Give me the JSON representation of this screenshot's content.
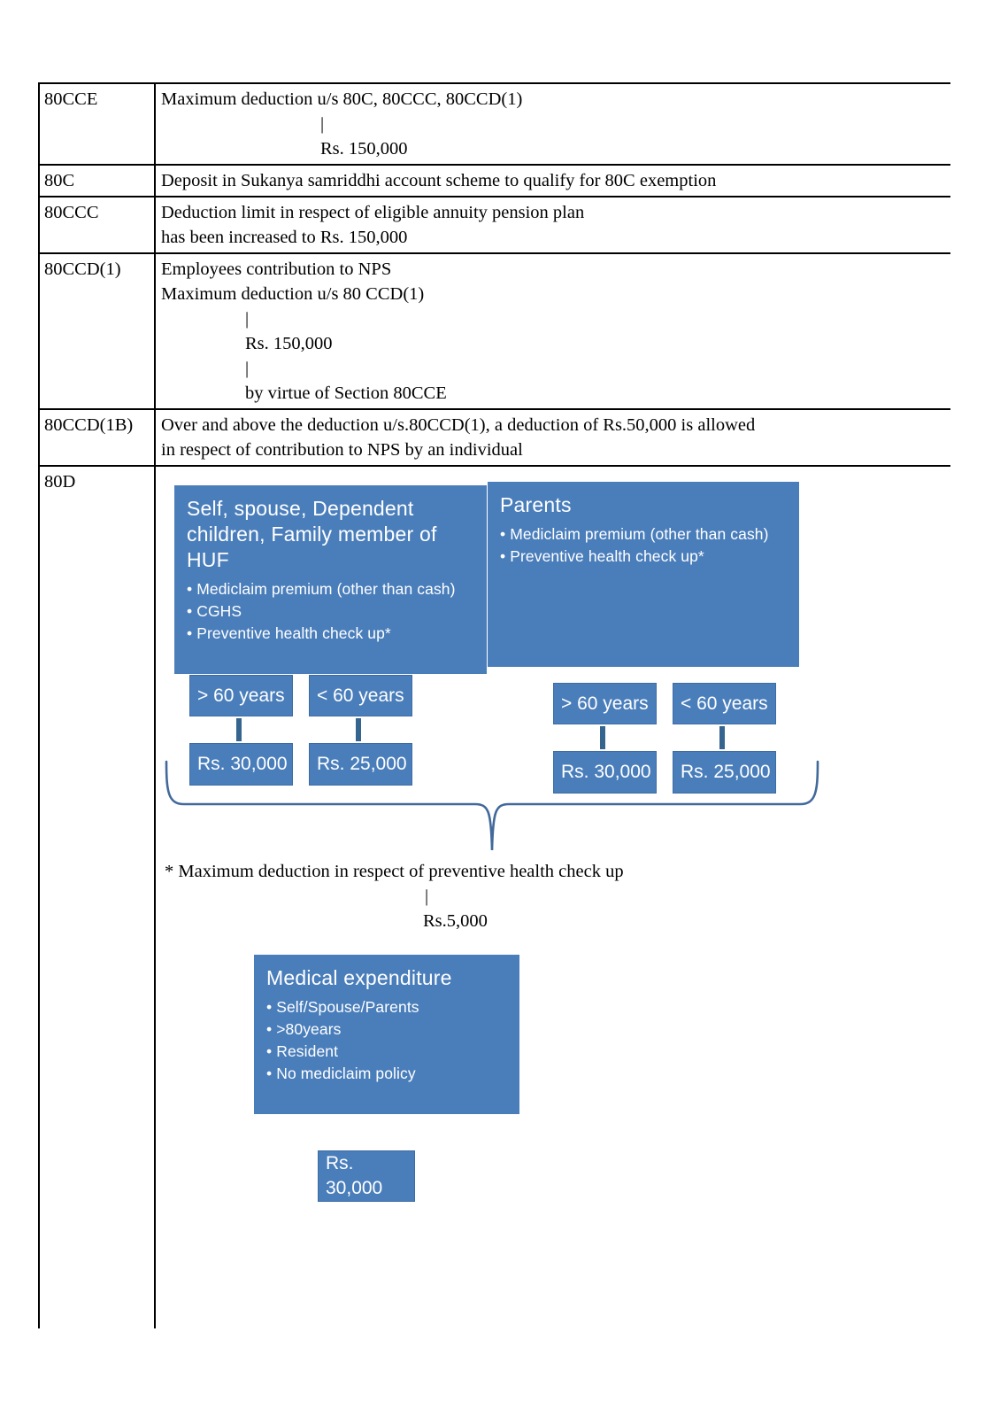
{
  "document": {
    "type": "tax-deduction-reference-table",
    "columns": [
      "Section",
      "Description"
    ]
  },
  "colors": {
    "box_blue": "#4a7ebb",
    "connector_blue": "#35648f",
    "brace_blue": "#41699b",
    "table_border": "#000000",
    "text": "#000000",
    "box_text": "#ffffff"
  },
  "rows": [
    {
      "code": "80CCE",
      "lines": [
        "Maximum deduction u/s 80C, 80CCC, 80CCD(1)",
        "|",
        "Rs. 150,000"
      ]
    },
    {
      "code": "80C",
      "lines": [
        "Deposit in Sukanya samriddhi account scheme to qualify for 80C exemption"
      ]
    },
    {
      "code": "80CCC",
      "lines": [
        "Deduction limit in respect of eligible annuity pension plan",
        "has been increased to Rs. 150,000"
      ]
    },
    {
      "code": "80CCD(1)",
      "lines": [
        "Employees contribution to NPS",
        "Maximum deduction u/s 80 CCD(1)",
        "|",
        "Rs. 150,000",
        "|",
        "by virtue of Section 80CCE"
      ]
    },
    {
      "code": "80CCD(1B)",
      "lines": [
        "Over and above the deduction u/s.80CCD(1), a deduction of Rs.50,000 is allowed",
        "in respect of contribution to NPS by an individual"
      ]
    },
    {
      "code": "80D",
      "lines": []
    }
  ],
  "diagram": {
    "self_box": {
      "title": "Self, spouse, Dependent children, Family member of HUF",
      "items": [
        "Mediclaim premium (other than cash)",
        "CGHS",
        "Preventive health check up*"
      ]
    },
    "parents_box": {
      "title": "Parents",
      "items": [
        "Mediclaim premium (other than cash)",
        "Preventive health check up*"
      ]
    },
    "self_age_chips": [
      {
        "age": "> 60 years",
        "amount": "Rs. 30,000"
      },
      {
        "age": "< 60 years",
        "amount": "Rs. 25,000"
      }
    ],
    "parents_age_chips": [
      {
        "age": "> 60 years",
        "amount": "Rs. 30,000"
      },
      {
        "age": "< 60 years",
        "amount": "Rs. 25,000"
      }
    ],
    "footnote": {
      "line1": "* Maximum deduction in respect of preventive health check up",
      "line2": "|",
      "line3": "Rs.5,000"
    },
    "medical_box": {
      "title": "Medical expenditure",
      "items": [
        "Self/Spouse/Parents",
        ">80years",
        "Resident",
        "No mediclaim policy"
      ]
    },
    "medical_amount": "Rs. 30,000"
  }
}
